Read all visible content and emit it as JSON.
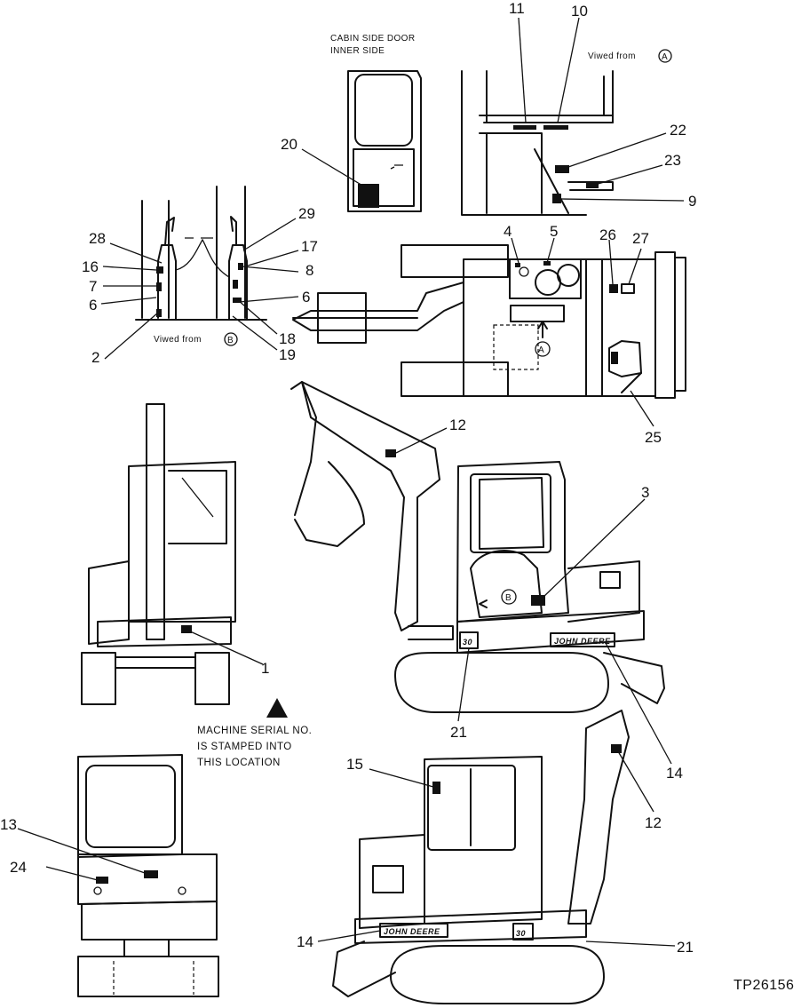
{
  "notes": {
    "door_line1": "CABIN SIDE DOOR",
    "door_line2": "INNER SIDE",
    "viewed_from_a": "Viwed from",
    "viewed_from_b": "Viwed from",
    "serial_line1": "MACHINE SERIAL NO.",
    "serial_line2": "IS STAMPED INTO",
    "serial_line3": "THIS LOCATION",
    "brand_plate": "JOHN DEERE",
    "model_plate": "30",
    "marker_a": "A",
    "marker_b": "B",
    "reference": "TP26156"
  },
  "callouts": {
    "c11": "11",
    "c10": "10",
    "c22": "22",
    "c23": "23",
    "c9": "9",
    "c20": "20",
    "c29": "29",
    "c28": "28",
    "c17": "17",
    "c16": "16",
    "c8": "8",
    "c7": "7",
    "c6a": "6",
    "c6b": "6",
    "c18": "18",
    "c19": "19",
    "c2": "2",
    "c4": "4",
    "c5": "5",
    "c26": "26",
    "c27": "27",
    "c25": "25",
    "c12a": "12",
    "c3": "3",
    "c1": "1",
    "c21a": "21",
    "c14a": "14",
    "c15": "15",
    "c12b": "12",
    "c13": "13",
    "c24": "24",
    "c14b": "14",
    "c21b": "21"
  }
}
